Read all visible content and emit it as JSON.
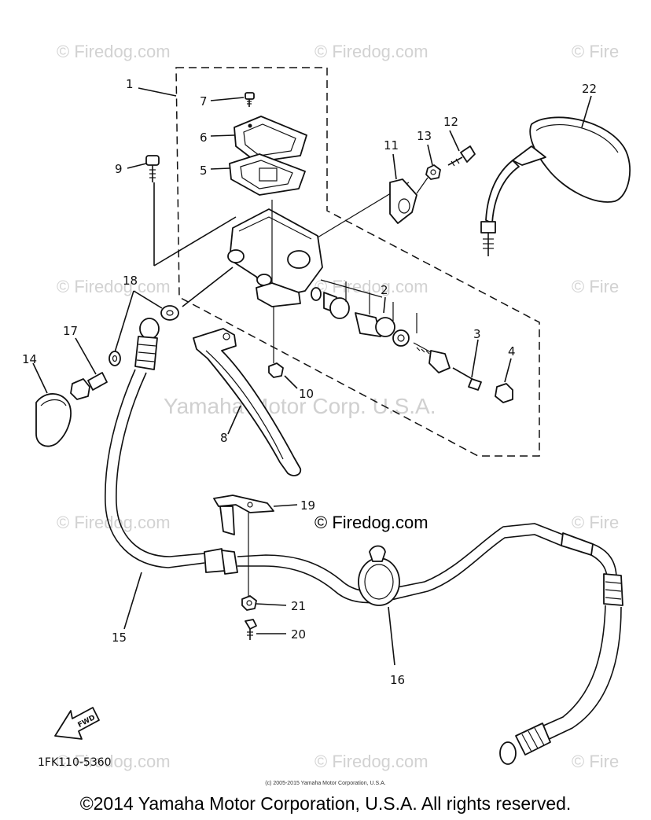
{
  "watermarks": {
    "site": "© Firedog.com",
    "site_partial": "© Fire",
    "center": "Yamaha Motor Corp. U.S.A."
  },
  "firedog_mark": "© Firedog.com",
  "callouts": [
    "1",
    "2",
    "3",
    "4",
    "5",
    "6",
    "7",
    "8",
    "9",
    "10",
    "11",
    "12",
    "13",
    "14",
    "15",
    "16",
    "17",
    "18",
    "19",
    "20",
    "21",
    "22"
  ],
  "find_label": "FWD",
  "part_code": "1FK110-5360",
  "small_copyright": "(c) 2005-2015 Yamaha Motor Corporation, U.S.A.",
  "copyright": "©2014 Yamaha Motor Corporation, U.S.A. All rights reserved."
}
